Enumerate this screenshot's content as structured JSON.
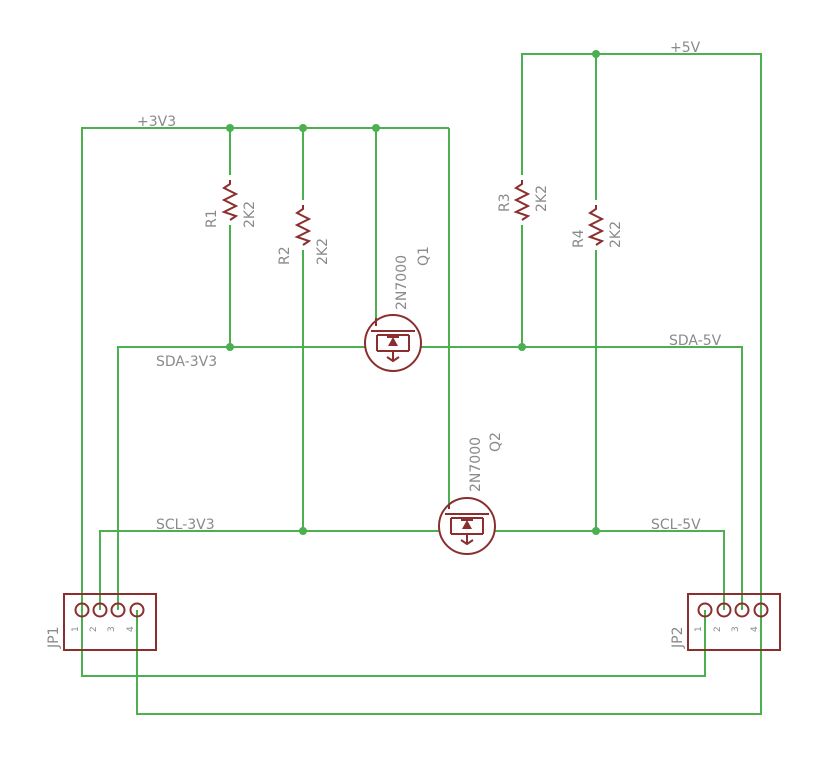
{
  "colors": {
    "wire": "#4caf50",
    "part": "#8b2e2e",
    "label": "#8a8a8a",
    "background": "#ffffff"
  },
  "nets": {
    "v3": "+3V3",
    "v5": "+5V",
    "sda3": "SDA-3V3",
    "sda5": "SDA-5V",
    "scl3": "SCL-3V3",
    "scl5": "SCL-5V"
  },
  "components": {
    "r1": {
      "ref": "R1",
      "value": "2K2"
    },
    "r2": {
      "ref": "R2",
      "value": "2K2"
    },
    "r3": {
      "ref": "R3",
      "value": "2K2"
    },
    "r4": {
      "ref": "R4",
      "value": "2K2"
    },
    "q1": {
      "ref": "Q1",
      "value": "2N7000"
    },
    "q2": {
      "ref": "Q2",
      "value": "2N7000"
    },
    "jp1": {
      "ref": "JP1",
      "pins": [
        "1",
        "2",
        "3",
        "4"
      ]
    },
    "jp2": {
      "ref": "JP2",
      "pins": [
        "1",
        "2",
        "3",
        "4"
      ]
    }
  }
}
